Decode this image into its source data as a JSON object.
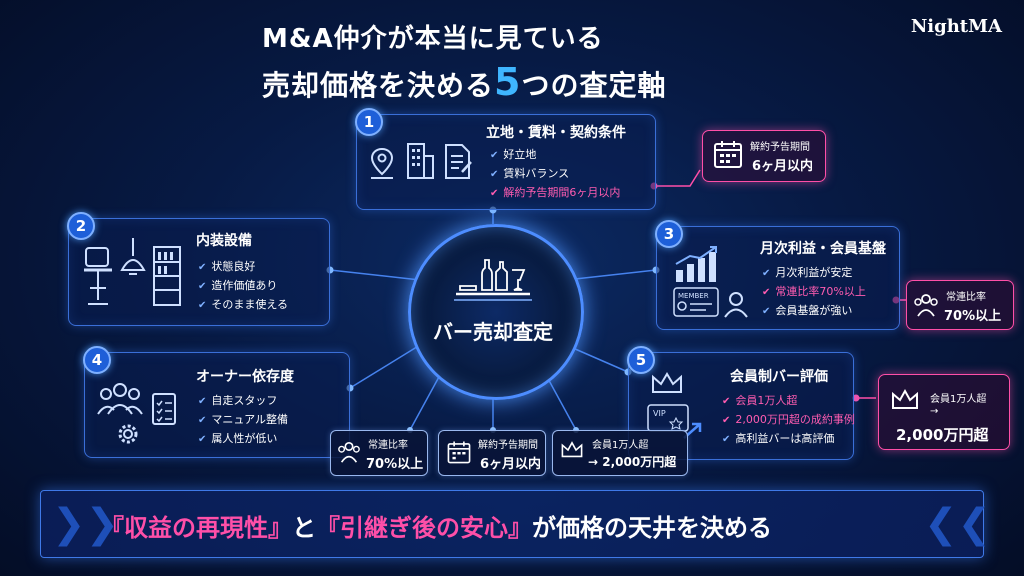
{
  "title": {
    "line1": "M&A仲介が本当に見ている",
    "line2_pre": "売却価格を決める",
    "line2_num": "5",
    "line2_post": "つの査定軸"
  },
  "logo": "NightMA",
  "center": {
    "label": "バー売却査定"
  },
  "axes": [
    {
      "num": "1",
      "title": "立地・賃料・契約条件",
      "items": [
        "好立地",
        "賃料バランス",
        "解約予告期間6ヶ月以内"
      ]
    },
    {
      "num": "2",
      "title": "内装設備",
      "items": [
        "状態良好",
        "造作価値あり",
        "そのまま使える"
      ]
    },
    {
      "num": "3",
      "title": "月次利益・会員基盤",
      "items": [
        "月次利益が安定",
        "常連比率70%以上",
        "会員基盤が強い"
      ],
      "member_label": "MEMBER"
    },
    {
      "num": "4",
      "title": "オーナー依存度",
      "items": [
        "自走スタッフ",
        "マニュアル整備",
        "属人性が低い"
      ]
    },
    {
      "num": "5",
      "title": "会員制バー評価",
      "items": [
        "会員1万人超",
        "2,000万円超の成約事例",
        "高利益バーは高評価"
      ],
      "vip_label": "VIP"
    }
  ],
  "callouts": {
    "notice": {
      "small": "解約予告期間",
      "big": "6ヶ月以内"
    },
    "regular": {
      "small": "常連比率",
      "big": "70%以上"
    },
    "members": {
      "small": "会員1万人超",
      "arrow": "→",
      "big": "2,000万円超"
    }
  },
  "mini": {
    "regular": {
      "small": "常連比率",
      "big": "70%以上"
    },
    "notice": {
      "small": "解約予告期間",
      "big": "6ヶ月以内"
    },
    "members": {
      "small": "会員1万人超",
      "big": "→ 2,000万円超"
    }
  },
  "banner": {
    "part1": "『収益の再現性』",
    "part2": "と",
    "part3": "『引継ぎ後の安心』",
    "part4": "が価格の天井を決める"
  },
  "colors": {
    "accent_blue": "#3fb6ff",
    "accent_pink": "#ff4fa8",
    "line_blue": "#4d8dff"
  },
  "icons": [
    "map-pin-icon",
    "building-icon",
    "document-icon",
    "calendar-icon",
    "bar-stool-icon",
    "pendant-lamp-icon",
    "shelf-icon",
    "growth-chart-icon",
    "member-card-icon",
    "person-icon",
    "people-group-icon",
    "checklist-icon",
    "gear-icon",
    "crown-icon",
    "vip-card-icon",
    "bottles-icon"
  ]
}
